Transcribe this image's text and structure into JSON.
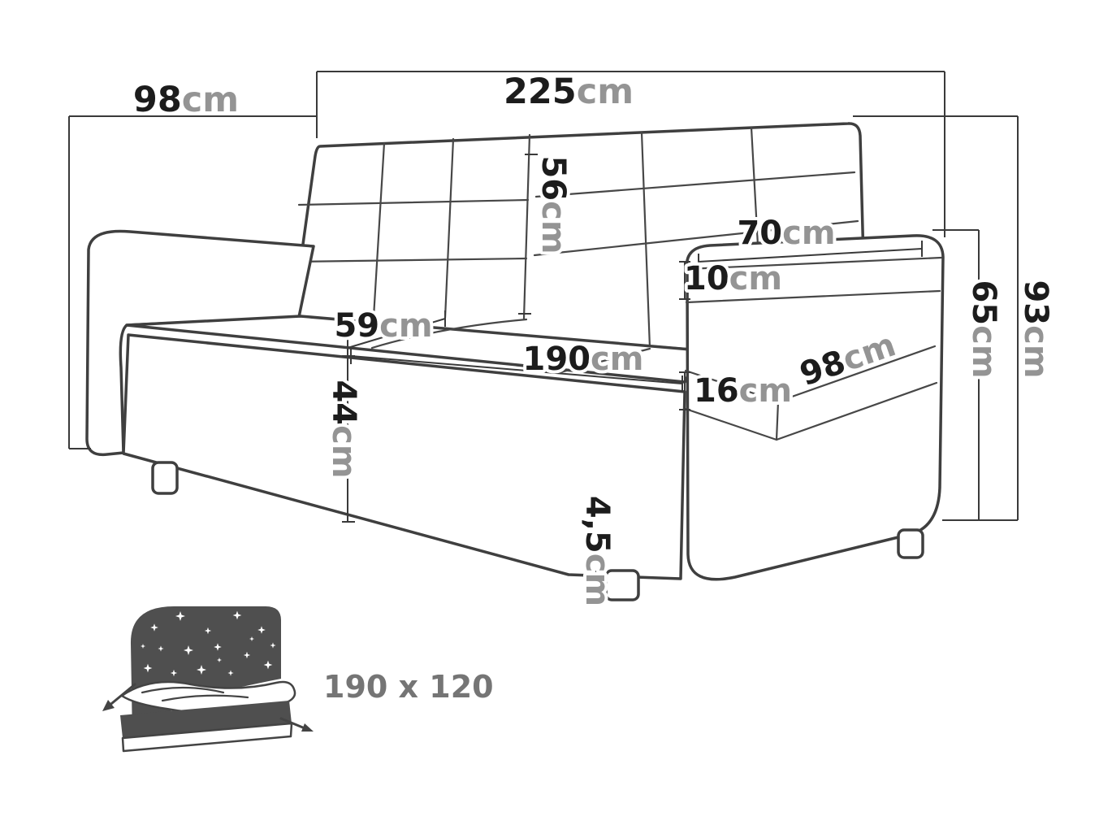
{
  "diagram": {
    "subject": "sofa-bed dimension drawing",
    "line_color": "#3f3f3f",
    "number_color": "#1c1c1c",
    "unit_color": "#949494",
    "labels": {
      "total_width": {
        "value": "225",
        "unit": "cm"
      },
      "depth_overall": {
        "value": "98",
        "unit": "cm"
      },
      "backrest_height": {
        "value": "56",
        "unit": "cm"
      },
      "armrest_top_width": {
        "value": "70",
        "unit": "cm"
      },
      "armrest_pad_thickness": {
        "value": "10",
        "unit": "cm"
      },
      "armrest_height": {
        "value": "65",
        "unit": "cm"
      },
      "overall_height": {
        "value": "93",
        "unit": "cm"
      },
      "seat_cushion_depth": {
        "value": "59",
        "unit": "cm"
      },
      "seat_width": {
        "value": "190",
        "unit": "cm"
      },
      "base_band_height": {
        "value": "16",
        "unit": "cm"
      },
      "armrest_side_depth": {
        "value": "98",
        "unit": "cm"
      },
      "seat_height": {
        "value": "44",
        "unit": "cm"
      },
      "leg_height": {
        "value": "4,5",
        "unit": "cm"
      }
    },
    "sleeping_area": {
      "label": "190 x 120"
    }
  }
}
